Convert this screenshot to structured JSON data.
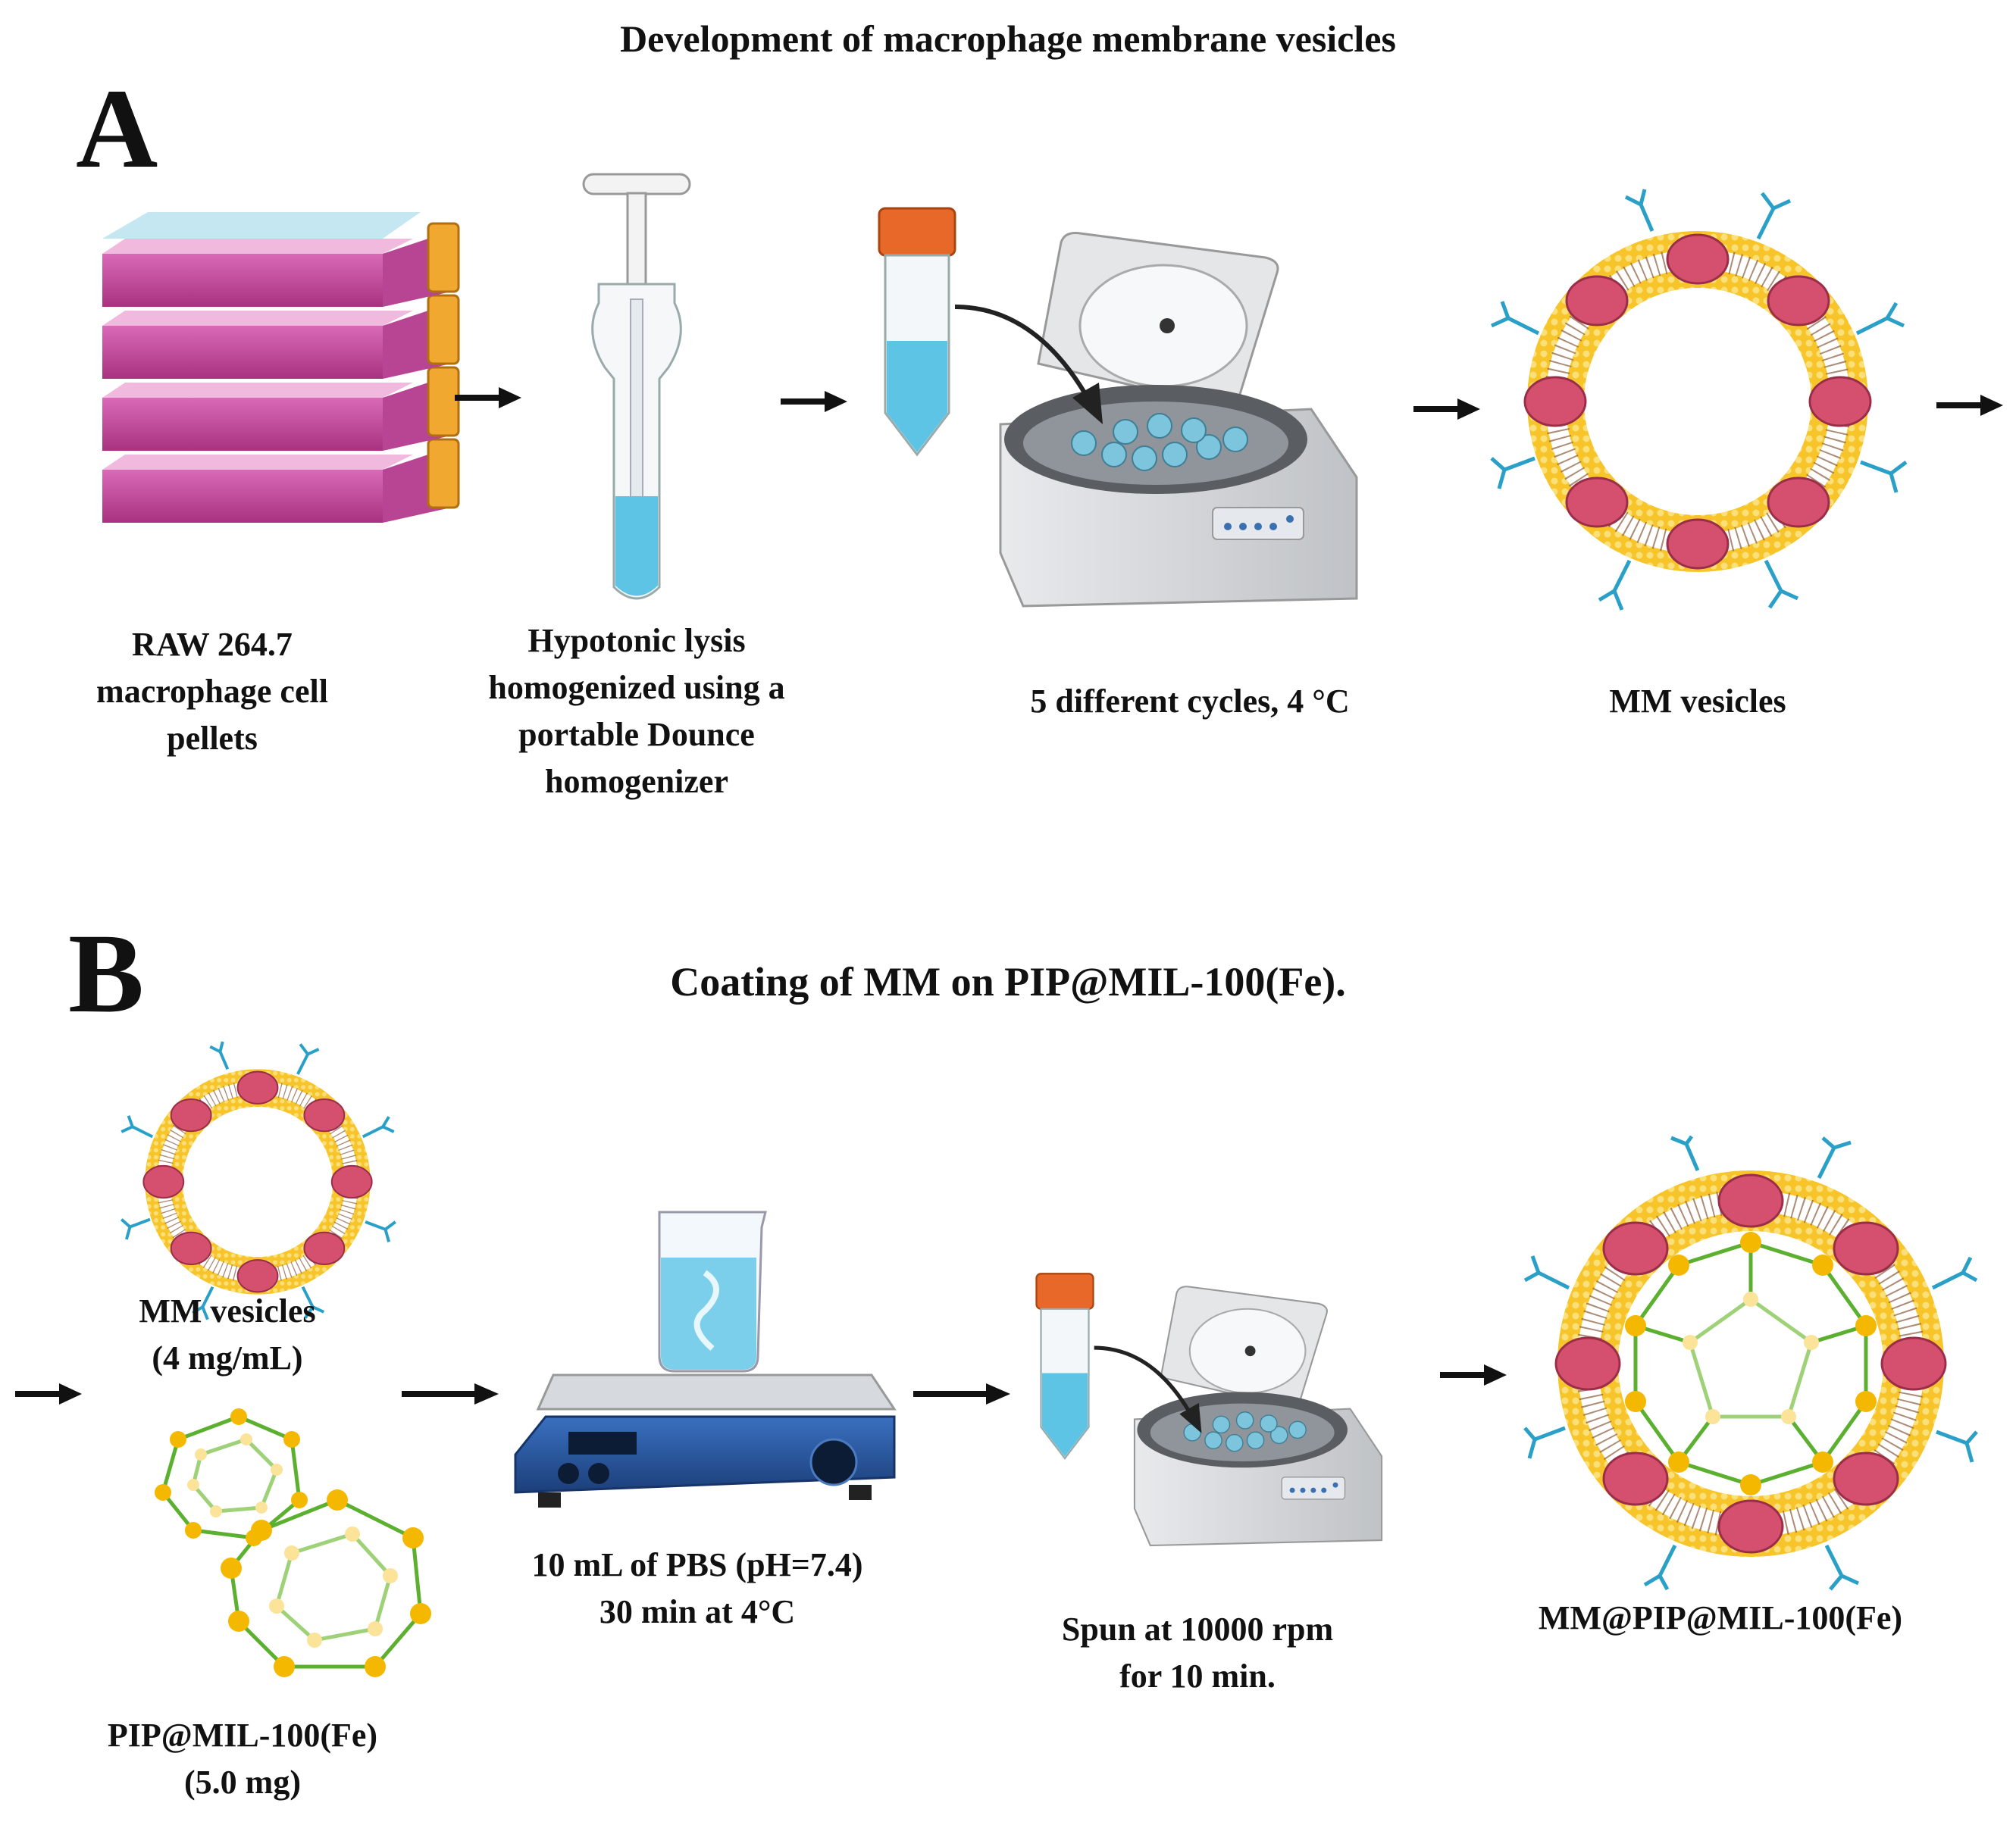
{
  "panel_a": {
    "letter": "A",
    "title": "Development of macrophage membrane vesicles",
    "steps": [
      {
        "lines": [
          "RAW 264.7",
          "macrophage cell",
          "pellets"
        ],
        "icon": "culture-flasks-icon"
      },
      {
        "lines": [
          "Hypotonic lysis",
          "homogenized using a",
          "portable Dounce",
          "homogenizer"
        ],
        "icon": "dounce-homogenizer-icon"
      },
      {
        "lines": [
          "5 different cycles, 4 °C"
        ],
        "icon": "centrifuge-icon"
      },
      {
        "lines": [
          "MM vesicles"
        ],
        "icon": "membrane-vesicle-icon"
      }
    ]
  },
  "panel_b": {
    "letter": "B",
    "title": "Coating of MM on PIP@MIL-100(Fe).",
    "steps": [
      {
        "lines": [
          "MM vesicles",
          "(4 mg/mL)"
        ],
        "icon": "membrane-vesicle-icon"
      },
      {
        "lines": [
          "PIP@MIL-100(Fe)",
          "(5.0 mg)"
        ],
        "icon": "mof-cage-icon"
      },
      {
        "lines": [
          "10 mL of PBS (pH=7.4)",
          "30 min at 4°C"
        ],
        "icon": "magnetic-stirrer-icon"
      },
      {
        "lines": [
          "Spun at 10000 rpm",
          "for 10 min."
        ],
        "icon": "centrifuge-icon"
      },
      {
        "lines": [
          "MM@PIP@MIL-100(Fe)"
        ],
        "icon": "coated-nanoparticle-icon"
      }
    ]
  },
  "colors": {
    "flask": "#c2469e",
    "cap": "#f0a830",
    "tube_cap": "#e8682a",
    "liquid": "#5ec4e6",
    "membrane": "#f6c62c",
    "protein": "#d4506e",
    "receptor": "#2aa0c8",
    "mof": "#5cb030",
    "mof_node": "#f5b800",
    "stirrer": "#2a5aa0",
    "arrow": "#111111"
  }
}
